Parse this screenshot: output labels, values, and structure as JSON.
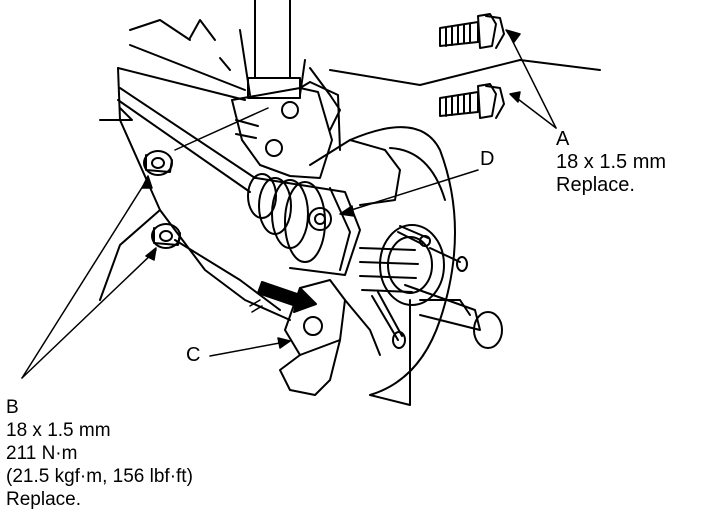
{
  "callouts": {
    "a": {
      "letter": "A",
      "size": "18 x 1.5 mm",
      "note": "Replace."
    },
    "b": {
      "letter": "B",
      "size": "18 x 1.5 mm",
      "torque_nm": "211 N·m",
      "torque_alt": "(21.5 kgf·m, 156 lbf·ft)",
      "note": "Replace."
    },
    "c": {
      "letter": "C"
    },
    "d": {
      "letter": "D"
    }
  },
  "colors": {
    "ink": "#000000",
    "paper": "#ffffff"
  }
}
